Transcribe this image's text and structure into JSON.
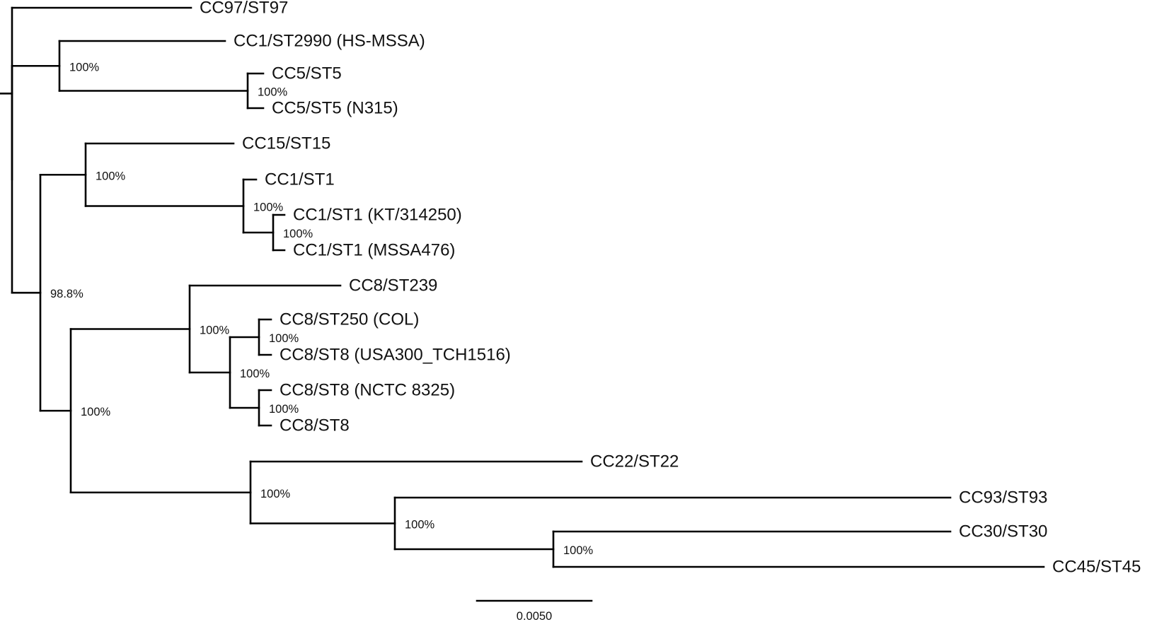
{
  "tree": {
    "leaves": [
      {
        "id": "st97",
        "label": "CC97/ST97"
      },
      {
        "id": "st2990",
        "label": "CC1/ST2990 (HS-MSSA)"
      },
      {
        "id": "st5",
        "label": "CC5/ST5"
      },
      {
        "id": "st5n315",
        "label": "CC5/ST5 (N315)"
      },
      {
        "id": "st15",
        "label": "CC15/ST15"
      },
      {
        "id": "st1",
        "label": "CC1/ST1"
      },
      {
        "id": "st1kt",
        "label": "CC1/ST1 (KT/314250)"
      },
      {
        "id": "st1mssa",
        "label": "CC1/ST1 (MSSA476)"
      },
      {
        "id": "st239",
        "label": "CC8/ST239"
      },
      {
        "id": "st250",
        "label": "CC8/ST250 (COL)"
      },
      {
        "id": "st8usa",
        "label": "CC8/ST8 (USA300_TCH1516)"
      },
      {
        "id": "st8nctc",
        "label": "CC8/ST8 (NCTC 8325)"
      },
      {
        "id": "st8",
        "label": "CC8/ST8"
      },
      {
        "id": "st22",
        "label": "CC22/ST22"
      },
      {
        "id": "st93",
        "label": "CC93/ST93"
      },
      {
        "id": "st30",
        "label": "CC30/ST30"
      },
      {
        "id": "st45",
        "label": "CC45/ST45"
      }
    ],
    "clades": [
      {
        "id": "n_cc1_cc5",
        "support": "100%"
      },
      {
        "id": "n_cc5",
        "support": "100%"
      },
      {
        "id": "n_cc15_cc1",
        "support": "100%"
      },
      {
        "id": "n_cc1",
        "support": "100%"
      },
      {
        "id": "n_cc1_kt_mssa",
        "support": "100%"
      },
      {
        "id": "n_big",
        "support": "98.8%"
      },
      {
        "id": "n_cc8",
        "support": "100%"
      },
      {
        "id": "n_cc8_inner",
        "support": "100%"
      },
      {
        "id": "n_col_usa",
        "support": "100%"
      },
      {
        "id": "n_nctc_st8",
        "support": "100%"
      },
      {
        "id": "n_cc8_rest",
        "support": "100%"
      },
      {
        "id": "n_cc22_rest",
        "support": "100%"
      },
      {
        "id": "n_cc93_rest",
        "support": "100%"
      },
      {
        "id": "n_cc30_cc45",
        "support": "100%"
      }
    ],
    "scale_bar": {
      "value": 0.005,
      "label": "0.0050"
    }
  }
}
